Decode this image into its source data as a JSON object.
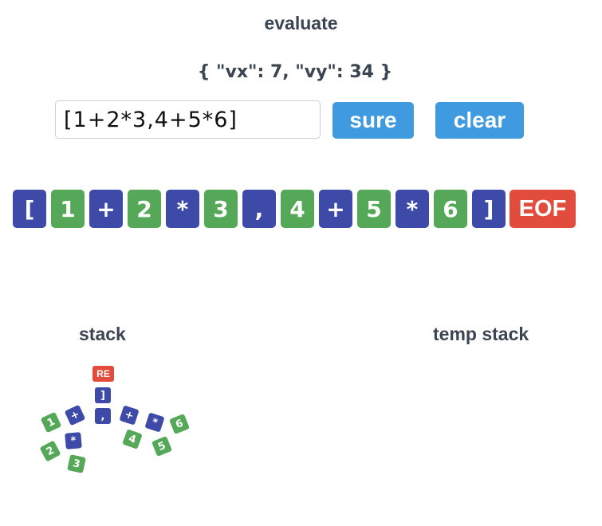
{
  "header": {
    "title": "evaluate"
  },
  "result": {
    "text": "{ \"vx\": 7, \"vy\": 34 }"
  },
  "input": {
    "value": "[1+2*3,4+5*6]"
  },
  "buttons": {
    "sure_label": "sure",
    "clear_label": "clear"
  },
  "tokens": [
    "[",
    "1",
    "+",
    "2",
    "*",
    "3",
    ",",
    "4",
    "+",
    "5",
    "*",
    "6",
    "]",
    "EOF"
  ],
  "stack": {
    "label": "stack",
    "chips": [
      "RE",
      "]",
      ",",
      "1",
      "+",
      "*",
      "2",
      "3",
      "+",
      "*",
      "6",
      "4",
      "5"
    ]
  },
  "temp_stack": {
    "label": "temp stack"
  },
  "colors": {
    "accent_blue": "#3f9ae0",
    "operator_token": "#3d4aa8",
    "number_token": "#54a857",
    "eof_token": "#e24c3d"
  }
}
